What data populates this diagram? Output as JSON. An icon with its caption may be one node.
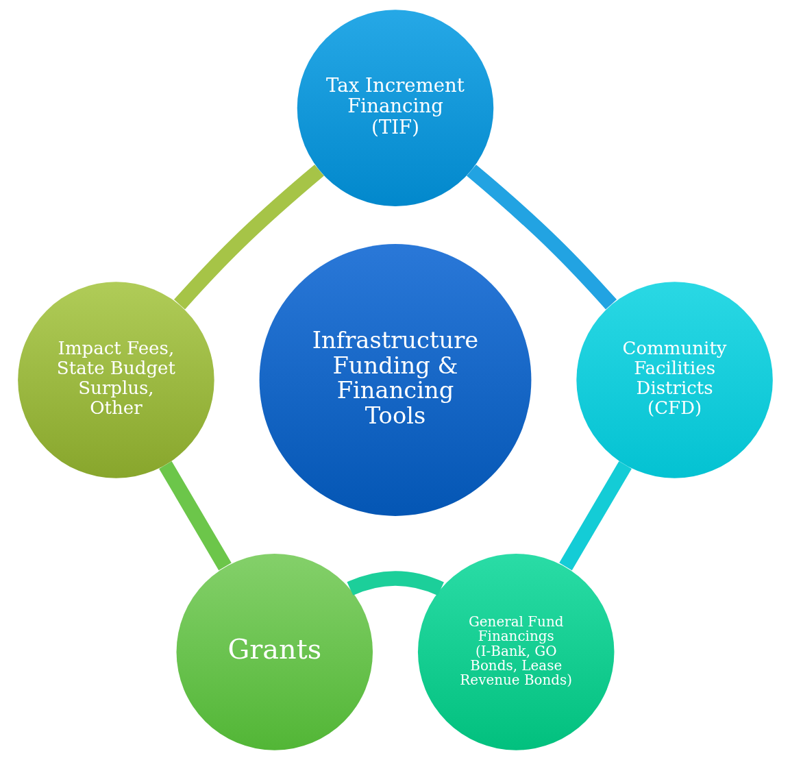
{
  "diagram": {
    "nodes": [
      {
        "text": [
          "Infrastructure Funding & Financing Tools"
        ]
      },
      {
        "text": [
          "Tax Increment Financing (TIF)"
        ]
      },
      {
        "text": [
          "Community Facilities Districts (CFD)"
        ]
      },
      {
        "text": [
          "General Fund Financings (I-Bank, GO Bonds, Lease Revenue Bonds)"
        ]
      },
      {
        "text": [
          "Grants"
        ]
      },
      {
        "text": [
          "Impact Fees, State Budget Surplus, Other"
        ]
      }
    ],
    "edges": [
      {
        "from": 1,
        "to": 2,
        "arrow": "none",
        "color": "#22a3e2"
      },
      {
        "from": 2,
        "to": 3,
        "arrow": "none",
        "color": "#14ccd6"
      },
      {
        "from": 3,
        "to": 4,
        "arrow": "none",
        "color": "#1ccf9a"
      },
      {
        "from": 4,
        "to": 5,
        "arrow": "none",
        "color": "#6cc64a"
      },
      {
        "from": 5,
        "to": 1,
        "arrow": "none",
        "color": "#a6c447"
      }
    ]
  }
}
